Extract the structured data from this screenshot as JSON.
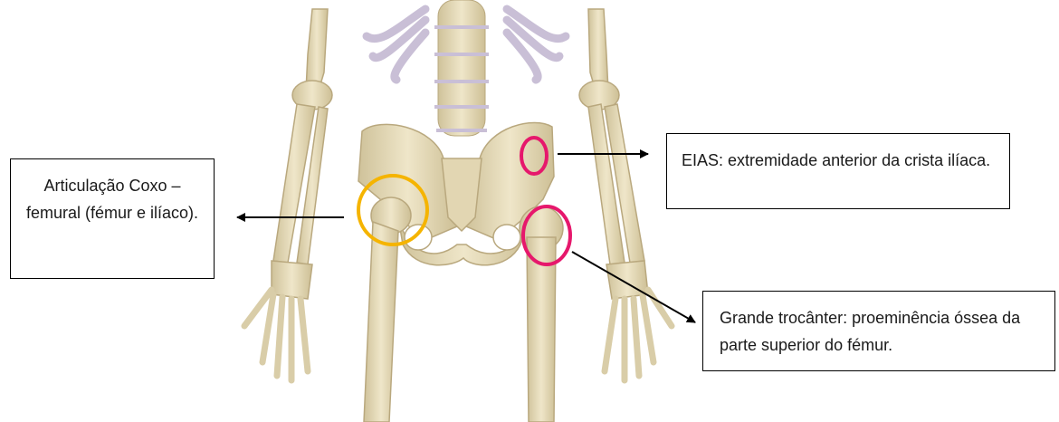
{
  "labels": {
    "hip_joint": "Articulação Coxo – femural (fémur e ilíaco).",
    "eias": "EIAS: extremidade anterior da crista ilíaca.",
    "greater_trochanter": "Grande trocânter: proeminência óssea da parte superior do fémur."
  },
  "colors": {
    "hip_circle": "#f5b400",
    "landmark_circle": "#e6186c",
    "bone": "#e6dcbc",
    "bone_edge": "#b9a87e",
    "rib": "#c9bfd6",
    "arrow": "#000000"
  }
}
